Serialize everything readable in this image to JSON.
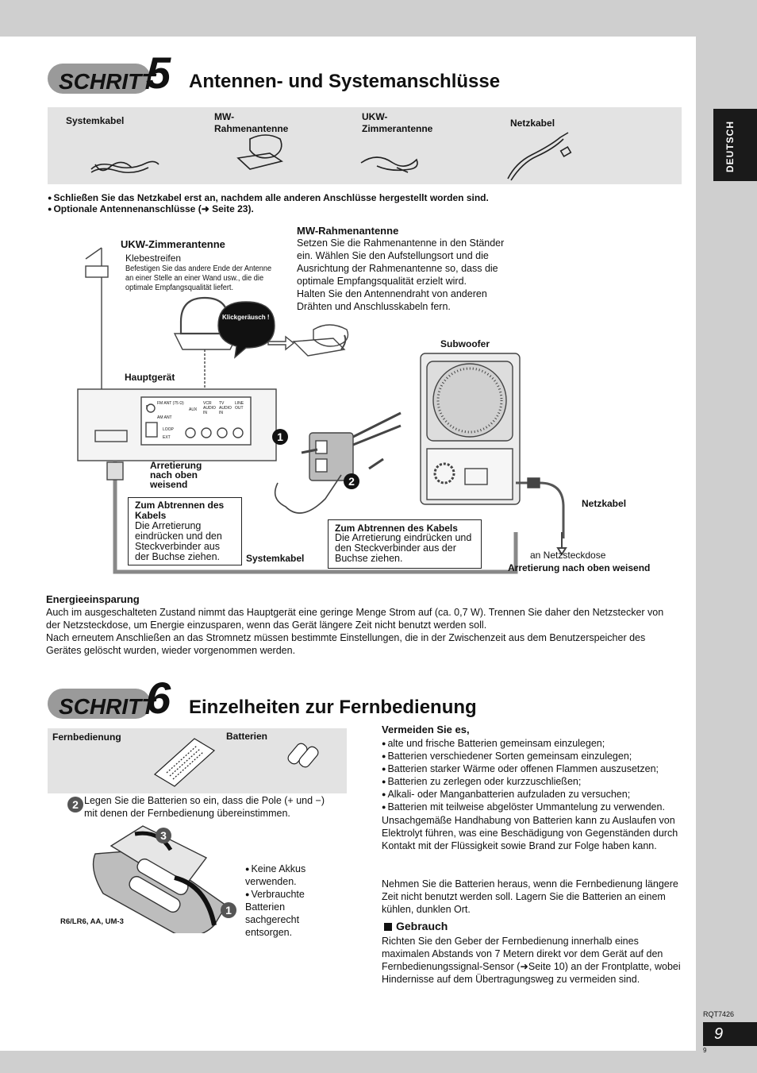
{
  "side_tab": "DEUTSCH",
  "step5": {
    "schritt": "SCHRITT",
    "num": "5",
    "title": "Antennen- und Systemanschlüsse",
    "items": [
      "Systemkabel",
      "MW-\nRahmenantenne",
      "UKW-\nZimmerantenne",
      "Netzkabel"
    ],
    "notes": [
      "Schließen Sie das Netzkabel erst an, nachdem alle anderen Anschlüsse hergestellt worden sind.",
      "Optionale Antennenanschlüsse (➜ Seite 23)."
    ]
  },
  "diagram": {
    "ukw_title": "UKW-Zimmerantenne",
    "klebestreifen": "Klebestreifen",
    "ukw_text": "Befestigen Sie das andere Ende der Antenne an einer Stelle an einer Wand usw., die die optimale Empfangsqualität liefert.",
    "mw_title": "MW-Rahmenantenne",
    "mw_text": "Setzen Sie die Rahmenantenne in den Ständer ein. Wählen Sie den Aufstellungsort und die Ausrichtung der Rahmenantenne so, dass die optimale Empfangsqualität erzielt wird.\nHalten Sie den Antennendraht von anderen Drähten und Anschlusskabeln fern.",
    "klick": "Klickgeräusch !",
    "subwoofer": "Subwoofer",
    "hauptgeraet": "Hauptgerät",
    "arretierung": "Arretierung\nnach oben\nweisend",
    "box1_title": "Zum Abtrennen des Kabels",
    "box1_text": "Die Arretierung eindrücken und den Steckverbinder aus der Buchse ziehen.",
    "box2_title": "Zum Abtrennen des Kabels",
    "box2_text": "Die Arretierung eindrücken und den Steckverbinder aus der Buchse ziehen.",
    "systemkabel": "Systemkabel",
    "netzkabel": "Netzkabel",
    "netzsteckdose": "an Netzsteckdose",
    "arretierung2": "Arretierung nach oben weisend",
    "panel_labels": [
      "FM ANT (75 Ω)",
      "AM ANT",
      "LOOP",
      "EXT",
      "AUX",
      "VCR AUDIO IN",
      "TV AUDIO IN",
      "LINE OUT"
    ],
    "num1": "1",
    "num2": "2"
  },
  "energie": {
    "title": "Energieeinsparung",
    "text": "Auch im ausgeschalteten Zustand nimmt das Hauptgerät eine geringe Menge Strom auf (ca. 0,7 W). Trennen Sie daher den Netzstecker von der Netzsteckdose, um Energie einzusparen, wenn das Gerät längere Zeit nicht benutzt werden soll.\nNach erneutem Anschließen an das Stromnetz müssen bestimmte Einstellungen, die in der Zwischenzeit aus dem Benutzerspeicher des Gerätes gelöscht wurden, wieder vorgenommen werden."
  },
  "step6": {
    "schritt": "SCHRITT",
    "num": "6",
    "title": "Einzelheiten zur Fernbedienung",
    "items": [
      "Fernbedienung",
      "Batterien"
    ],
    "step2_text": "Legen Sie die Batterien so ein, dass die Pole (+ und −) mit denen der Fernbedienung übereinstimmen.",
    "battery_type": "R6/LR6, AA, UM-3",
    "notes": [
      "Keine Akkus verwenden.",
      "Verbrauchte Batterien sachgerecht entsorgen."
    ],
    "num1": "1",
    "num2": "2",
    "num3": "3"
  },
  "vermeiden": {
    "title": "Vermeiden Sie es,",
    "items": [
      "alte und frische Batterien gemeinsam einzulegen;",
      "Batterien verschiedener Sorten gemeinsam einzulegen;",
      "Batterien starker Wärme oder offenen Flammen auszusetzen;",
      "Batterien zu zerlegen oder kurzzuschließen;",
      "Alkali- oder Manganbatterien aufzuladen zu versuchen;",
      "Batterien mit teilweise abgelöster Ummantelung zu verwenden."
    ],
    "para1": "Unsachgemäße Handhabung von Batterien kann zu Auslaufen von Elektrolyt führen, was eine Beschädigung von Gegenständen durch Kontakt mit der Flüssigkeit sowie Brand zur Folge haben kann.",
    "para2": "Nehmen Sie die Batterien heraus, wenn die Fernbedienung längere Zeit nicht benutzt werden soll. Lagern Sie die Batterien an einem kühlen, dunklen Ort."
  },
  "gebrauch": {
    "title": "Gebrauch",
    "text": "Richten Sie den Geber der Fernbedienung innerhalb eines maximalen Abstands von 7 Metern direkt vor dem Gerät auf den Fernbedienungssignal-Sensor (➜Seite 10) an der Frontplatte, wobei Hindernisse auf dem Übertragungsweg zu vermeiden sind."
  },
  "footer": {
    "code": "RQT7426",
    "page": "9",
    "small": "9"
  }
}
